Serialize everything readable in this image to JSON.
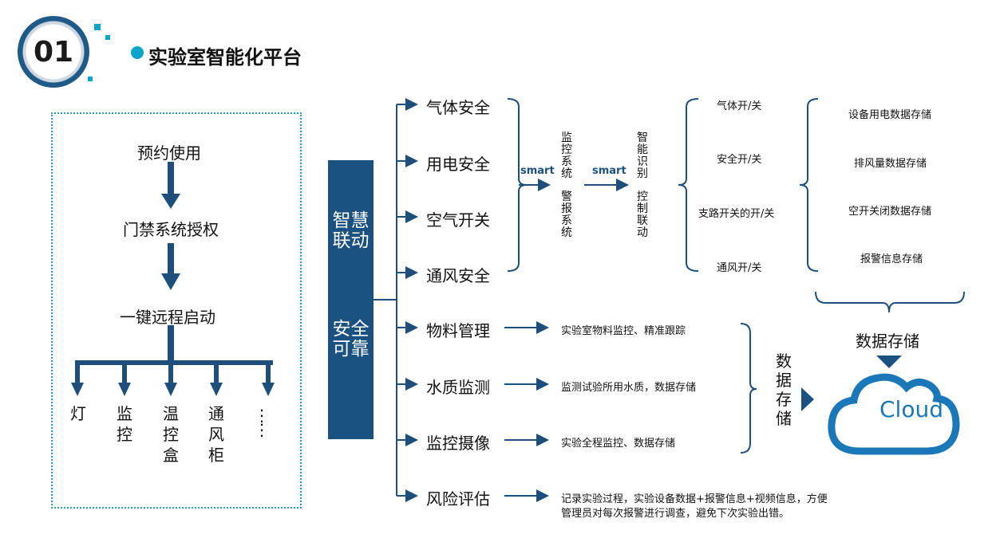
{
  "header": {
    "number": "01",
    "title": "实验室智能化平台"
  },
  "left_flow": {
    "steps": [
      "预约使用",
      "门禁系统授权",
      "一键远程启动"
    ],
    "devices": [
      "灯",
      "监控",
      "温控盒",
      "通风柜",
      "⋮"
    ]
  },
  "center_block": {
    "line1": "智慧联动",
    "line2": "安全可靠"
  },
  "categories": [
    "气体安全",
    "用电安全",
    "空气开关",
    "通风安全",
    "物料管理",
    "水质监测",
    "监控摄像",
    "风险评估"
  ],
  "smart_label": "smart",
  "monitor_system": {
    "col1": "监控系统",
    "col2": "警报系统"
  },
  "smart_control": {
    "col1": "智能识别",
    "col2": "控制联动"
  },
  "switches": [
    "气体开/关",
    "安全开/关",
    "支路开关的开/关",
    "通风开/关"
  ],
  "storage_items": [
    "设备用电数据存储",
    "排风量数据存储",
    "空开关闭数据存储",
    "报警信息存储"
  ],
  "storage_title": "数据存储",
  "descriptions": {
    "materials": "实验室物料监控、精准跟踪",
    "water": "监测试验所用水质，数据存储",
    "camera": "实验全程监控、数据存储",
    "risk_line1": "记录实验过程，实验设备数据+报警信息+视频信息，方便",
    "risk_line2": "管理员对每次报警进行调查，避免下次实验出错。"
  },
  "data_store_vertical": "数据存储",
  "cloud_label": "Cloud",
  "colors": {
    "primary": "#1a5180",
    "accent": "#2a9cc4",
    "arrow": "#1e4f7c"
  }
}
